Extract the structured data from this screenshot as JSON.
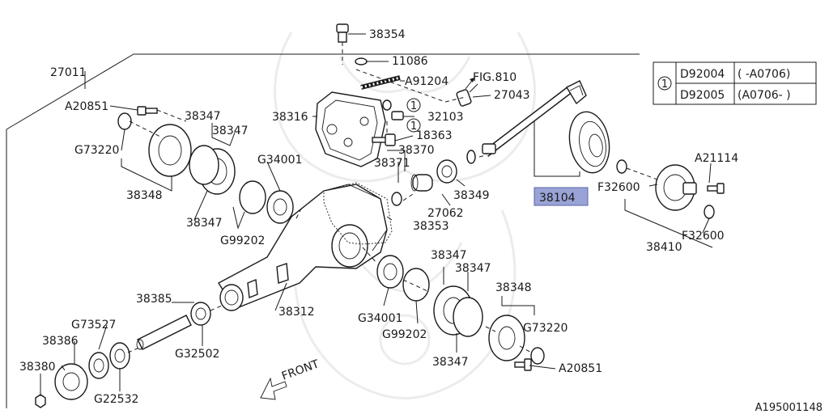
{
  "labels": {
    "p38354": "38354",
    "p27011": "27011",
    "p11086": "11086",
    "pA91204": "A91204",
    "pFIG": "FIG.810",
    "pA20851a": "A20851",
    "p27043": "27043",
    "p38347a": "38347",
    "p38347b": "38347",
    "p38316": "38316",
    "p32103": "32103",
    "p18363": "18363",
    "pG73220a": "G73220",
    "p38370": "38370",
    "pG34001a": "G34001",
    "p38371": "38371",
    "p38349": "38349",
    "p38348a": "38348",
    "p38104": "38104",
    "pA21114": "A21114",
    "pF32600a": "F32600",
    "p27062": "27062",
    "p38347c": "38347",
    "p38353": "38353",
    "pF32600b": "F32600",
    "pG99202a": "G99202",
    "p38410": "38410",
    "p38347d": "38347",
    "p38347e": "38347",
    "p38385": "38385",
    "p38348b": "38348",
    "p38312": "38312",
    "pG73527": "G73527",
    "pG34001b": "G34001",
    "pG73220b": "G73220",
    "p38386": "38386",
    "pG99202b": "G99202",
    "pG32502": "G32502",
    "p38347f": "38347",
    "p38380": "38380",
    "pA20851b": "A20851",
    "pG22532": "G22532",
    "front": "FRONT",
    "drawing_number": "A195001148",
    "circle1a": "1",
    "circle1b": "1"
  },
  "legend_table": {
    "index": "1",
    "rows": [
      {
        "part": "D92004",
        "range": "( -A0706)"
      },
      {
        "part": "D92005",
        "range": "(A0706- )"
      }
    ]
  },
  "highlight": {
    "part": "38104",
    "color": "#9aa3d6"
  }
}
